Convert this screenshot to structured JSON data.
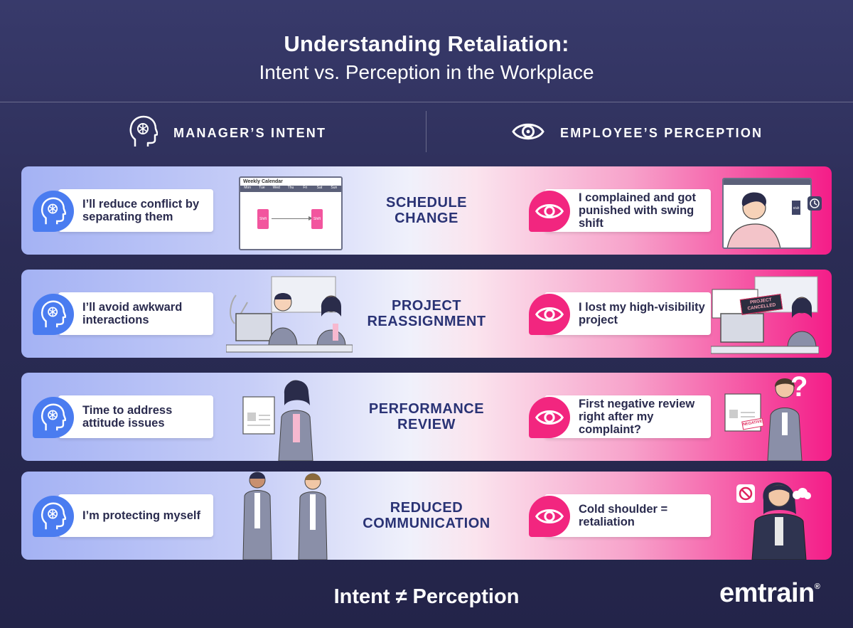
{
  "header": {
    "title_line1": "Understanding Retaliation:",
    "title_line2": "Intent vs. Perception in the Workplace"
  },
  "columns": {
    "left": {
      "label": "MANAGER’S INTENT",
      "icon": "brain-head-icon"
    },
    "right": {
      "label": "EMPLOYEE’S PERCEPTION",
      "icon": "eye-icon"
    }
  },
  "rows": [
    {
      "topic": "SCHEDULE\nCHANGE",
      "intent": "I’ll reduce conflict by separating them",
      "perception": "I complained and got punished with swing shift",
      "left_illustration": {
        "title": "Weekly Calendar",
        "days": [
          "Mon",
          "Tue",
          "Wed",
          "Thu",
          "Fri",
          "Sat",
          "Sun"
        ],
        "shift_label": "Shift"
      },
      "right_illustration": {
        "shift_label": "Shift"
      }
    },
    {
      "topic": "PROJECT\nREASSIGNMENT",
      "intent": "I’ll avoid awkward interactions",
      "perception": "I lost my high-visibility project",
      "right_illustration": {
        "stamp": "PROJECT CANCELLED"
      }
    },
    {
      "topic": "PERFORMANCE\nREVIEW",
      "intent": "Time to address attitude issues",
      "perception": "First negative review right after my complaint?",
      "right_illustration": {
        "stamp": "NEGATIVE",
        "mark": "?"
      }
    },
    {
      "topic": "REDUCED\nCOMMUNICATION",
      "intent": "I’m protecting myself",
      "perception": "Cold shoulder = retaliation"
    }
  ],
  "footer": {
    "tagline": "Intent ≠ Perception",
    "logo": "emtrain",
    "logo_mark": "®"
  },
  "colors": {
    "accent_blue": "#4a7cf0",
    "accent_pink": "#f2267f",
    "navy": "#2a2b4e"
  }
}
